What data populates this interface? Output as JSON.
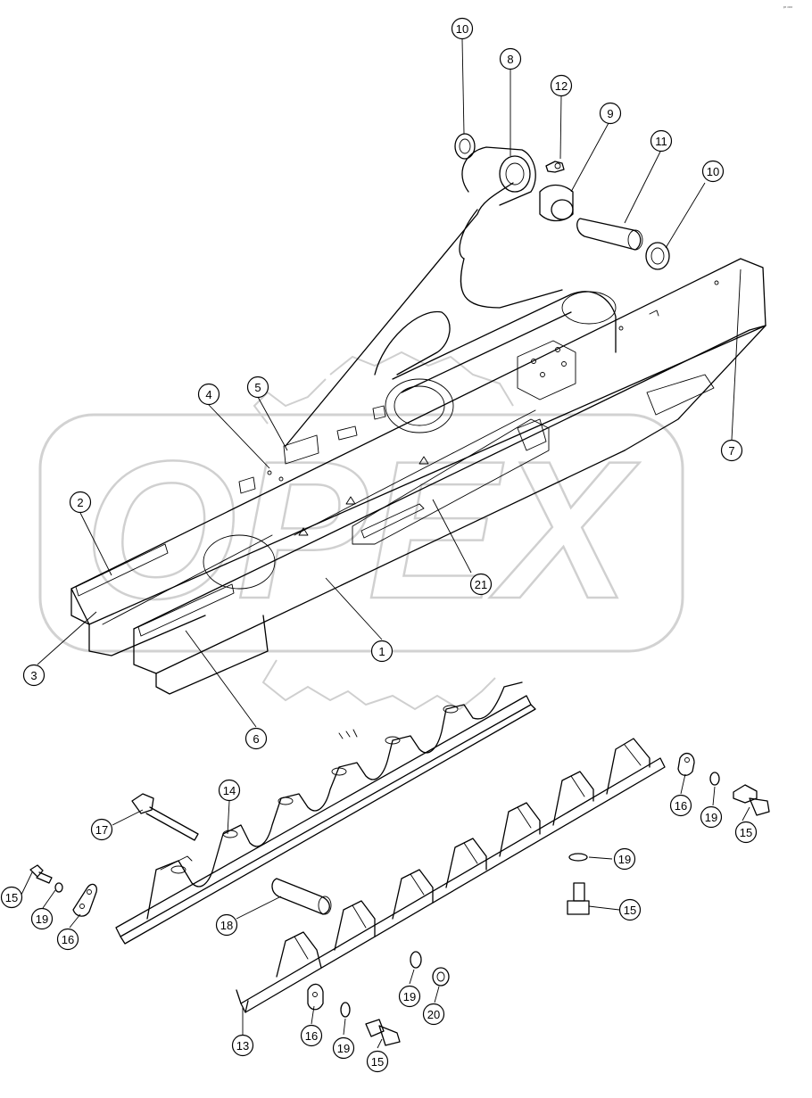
{
  "corner_mark": "ᵖʳ ᵒᵒᵒ",
  "watermark": {
    "text": "OPEX",
    "color": "#cfcfcf"
  },
  "callouts": [
    {
      "label": "1"
    },
    {
      "label": "2"
    },
    {
      "label": "3"
    },
    {
      "label": "4"
    },
    {
      "label": "5"
    },
    {
      "label": "6"
    },
    {
      "label": "7"
    },
    {
      "label": "8"
    },
    {
      "label": "9"
    },
    {
      "label": "10"
    },
    {
      "label": "10"
    },
    {
      "label": "11"
    },
    {
      "label": "12"
    },
    {
      "label": "13"
    },
    {
      "label": "14"
    },
    {
      "label": "15"
    },
    {
      "label": "15"
    },
    {
      "label": "15"
    },
    {
      "label": "15"
    },
    {
      "label": "16"
    },
    {
      "label": "16"
    },
    {
      "label": "16"
    },
    {
      "label": "17"
    },
    {
      "label": "18"
    },
    {
      "label": "19"
    },
    {
      "label": "19"
    },
    {
      "label": "19"
    },
    {
      "label": "19"
    },
    {
      "label": "19"
    },
    {
      "label": "20"
    },
    {
      "label": "21"
    }
  ]
}
